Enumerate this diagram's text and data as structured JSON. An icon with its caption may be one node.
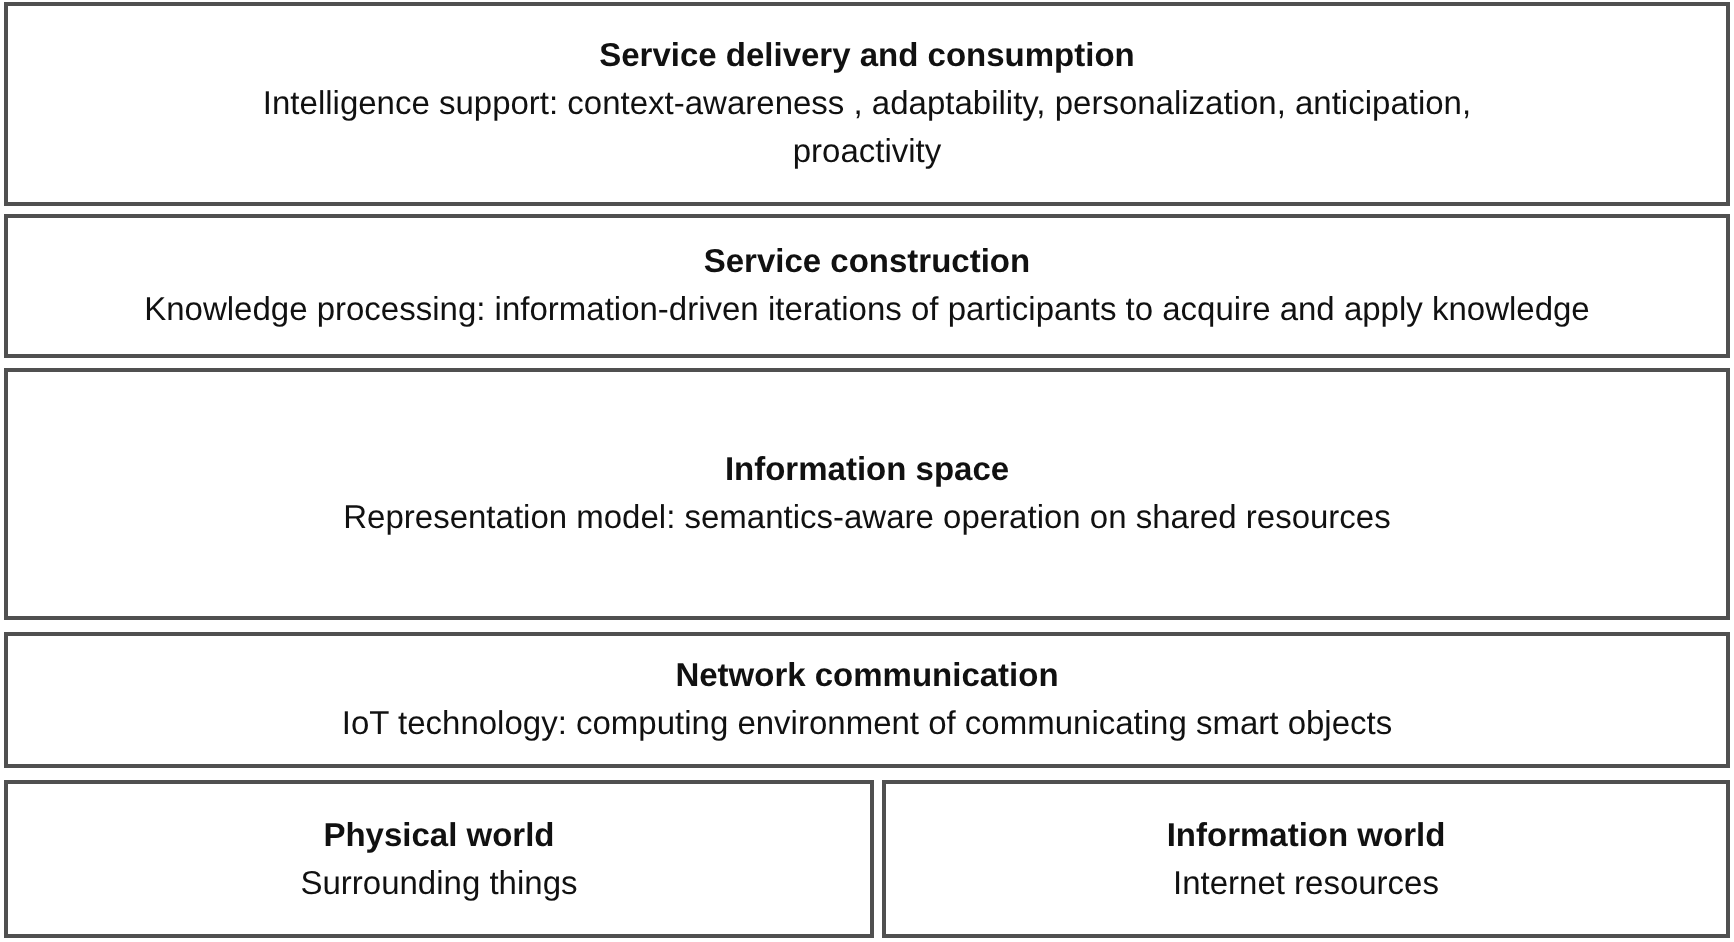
{
  "diagram": {
    "nodes": [
      {
        "text": [
          "Service delivery and consumption",
          "Intelligence support: context-awareness , adaptability, personalization, anticipation, proactivity"
        ]
      },
      {
        "text": [
          "Service construction",
          "Knowledge processing: information-driven iterations of participants to acquire and apply knowledge"
        ]
      },
      {
        "text": [
          "Information space",
          "Representation model: semantics-aware operation on shared resources"
        ]
      },
      {
        "text": [
          "Network communication",
          "IoT technology: computing environment of communicating smart objects"
        ]
      },
      {
        "text": [
          "Physical world",
          "Surrounding things"
        ]
      },
      {
        "text": [
          "Information world",
          "Internet resources"
        ]
      }
    ]
  }
}
